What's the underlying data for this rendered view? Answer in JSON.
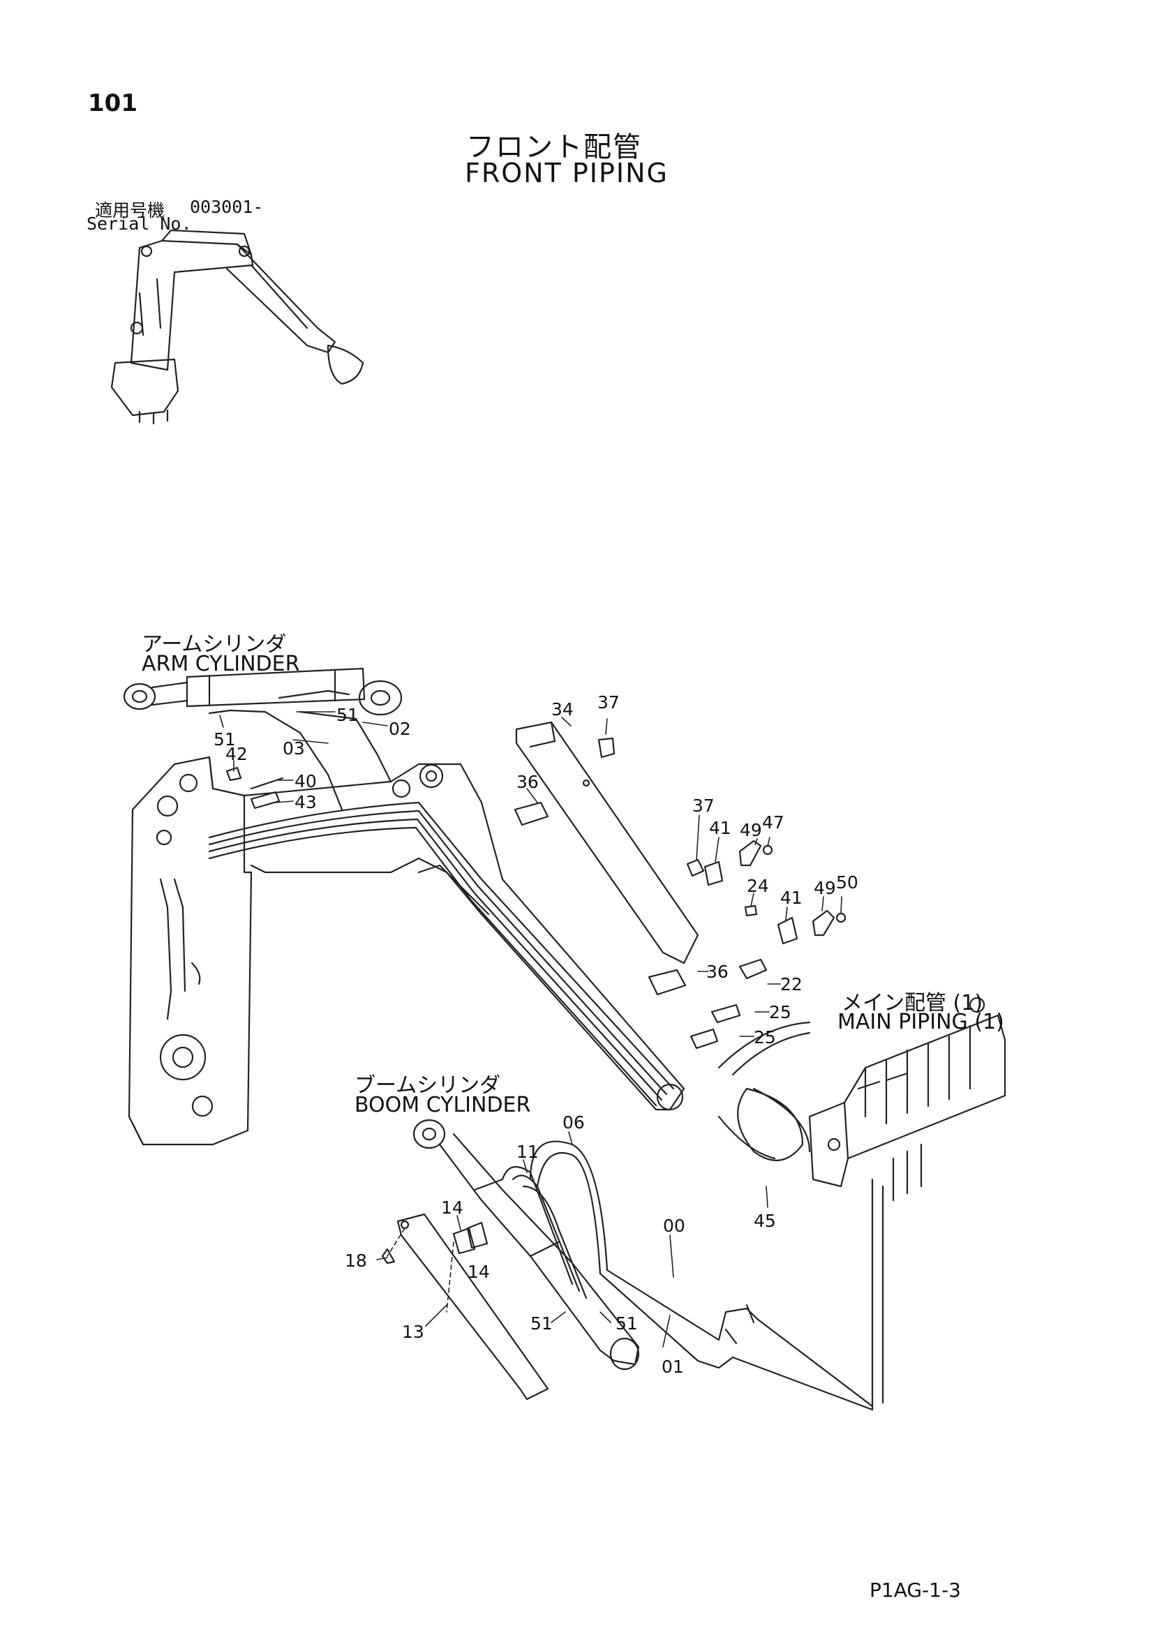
{
  "page": {
    "number": "101",
    "title_jp": "フロント配管",
    "title_en": "FRONT PIPING",
    "serial_label_jp": "適用号機",
    "serial_value": "003001-",
    "serial_label_en": "Serial No.",
    "catalog_code": "P1AG-1-3"
  },
  "labels": {
    "arm_cylinder_jp": "アームシリンダ",
    "arm_cylinder_en": "ARM  CYLINDER",
    "boom_cylinder_jp": "ブームシリンダ",
    "boom_cylinder_en": "BOOM  CYLINDER",
    "main_piping_jp": "メイン配管 (1)",
    "main_piping_en": "MAIN  PIPING  (1)"
  },
  "callouts": [
    "51",
    "02",
    "51",
    "03",
    "42",
    "40",
    "43",
    "34",
    "37",
    "36",
    "37",
    "41",
    "49",
    "47",
    "49",
    "50",
    "24",
    "41",
    "36",
    "22",
    "25",
    "25",
    "45",
    "06",
    "11",
    "00",
    "14",
    "14",
    "18",
    "13",
    "51",
    "51",
    "01"
  ]
}
